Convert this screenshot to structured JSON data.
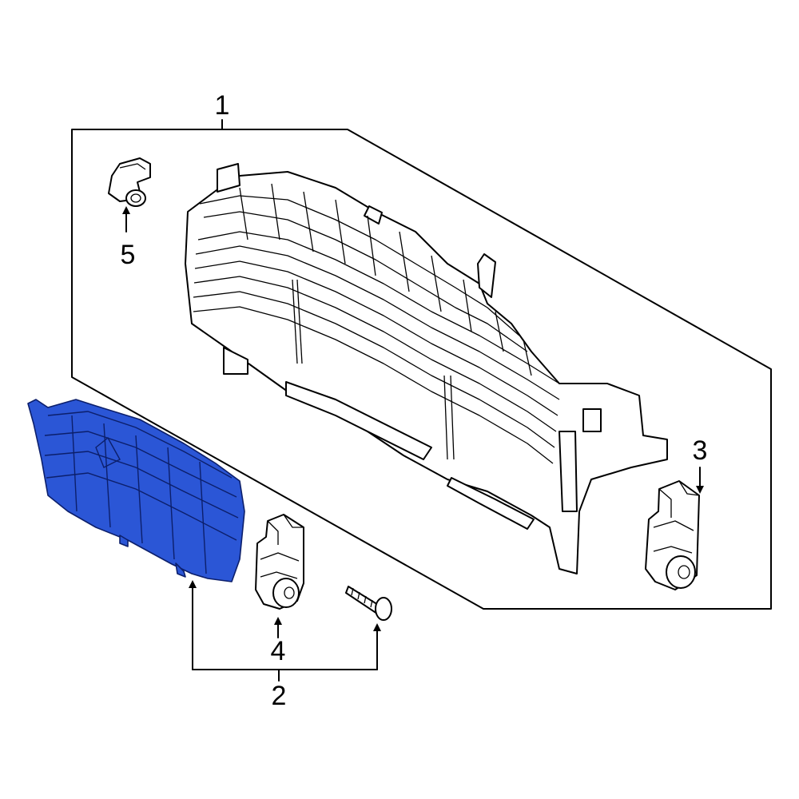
{
  "callouts": [
    {
      "id": "1",
      "label": "1"
    },
    {
      "id": "2",
      "label": "2"
    },
    {
      "id": "3",
      "label": "3"
    },
    {
      "id": "4",
      "label": "4"
    },
    {
      "id": "5",
      "label": "5"
    }
  ],
  "colors": {
    "highlight": "#2b56d6",
    "highlight_stroke": "#0c1f6b",
    "line": "#000000",
    "background": "#ffffff"
  }
}
